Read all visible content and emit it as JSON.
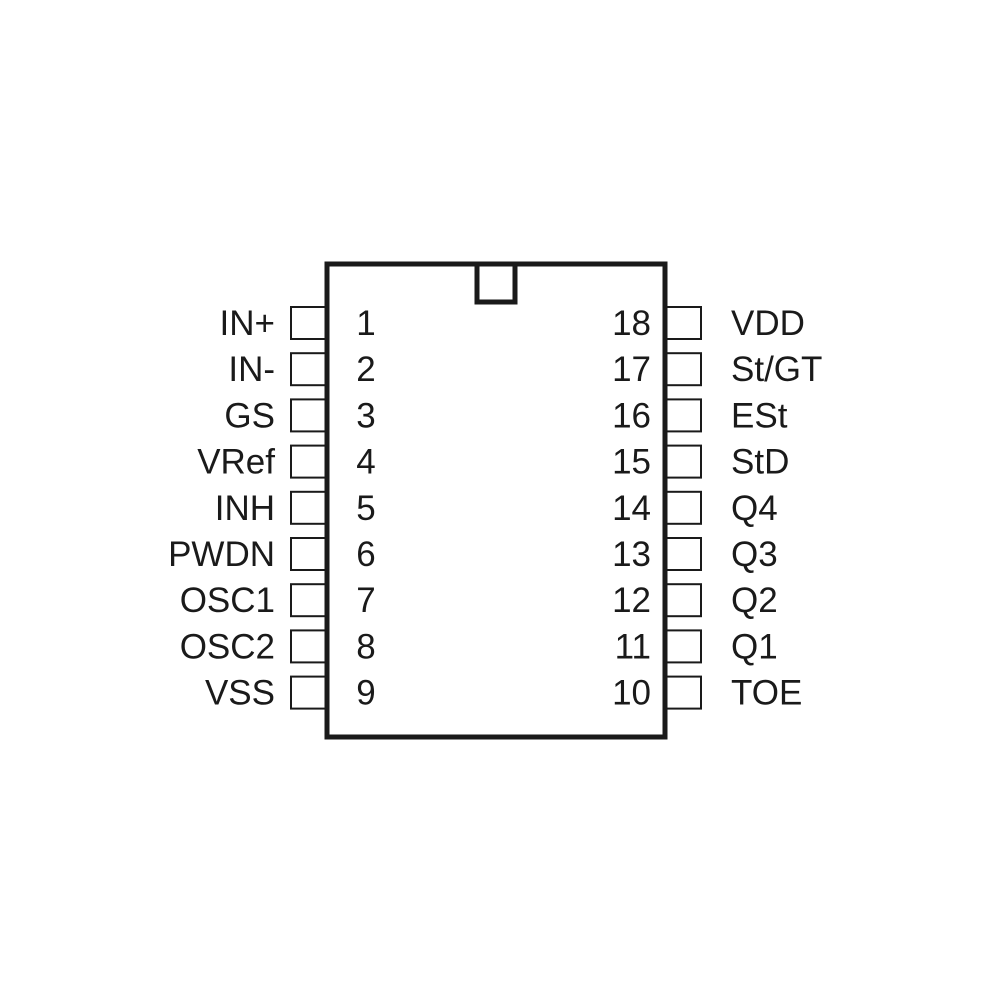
{
  "colors": {
    "line": "#1a1a1a",
    "background": "#ffffff"
  },
  "left_pins": [
    {
      "number": "1",
      "name": "IN+"
    },
    {
      "number": "2",
      "name": "IN-"
    },
    {
      "number": "3",
      "name": "GS"
    },
    {
      "number": "4",
      "name": "VRef"
    },
    {
      "number": "5",
      "name": "INH"
    },
    {
      "number": "6",
      "name": "PWDN"
    },
    {
      "number": "7",
      "name": "OSC1"
    },
    {
      "number": "8",
      "name": "OSC2"
    },
    {
      "number": "9",
      "name": "VSS"
    }
  ],
  "right_pins": [
    {
      "number": "18",
      "name": "VDD"
    },
    {
      "number": "17",
      "name": "St/GT"
    },
    {
      "number": "16",
      "name": "ESt"
    },
    {
      "number": "15",
      "name": "StD"
    },
    {
      "number": "14",
      "name": "Q4"
    },
    {
      "number": "13",
      "name": "Q3"
    },
    {
      "number": "12",
      "name": "Q2"
    },
    {
      "number": "11",
      "name": "Q1"
    },
    {
      "number": "10",
      "name": "TOE"
    }
  ]
}
